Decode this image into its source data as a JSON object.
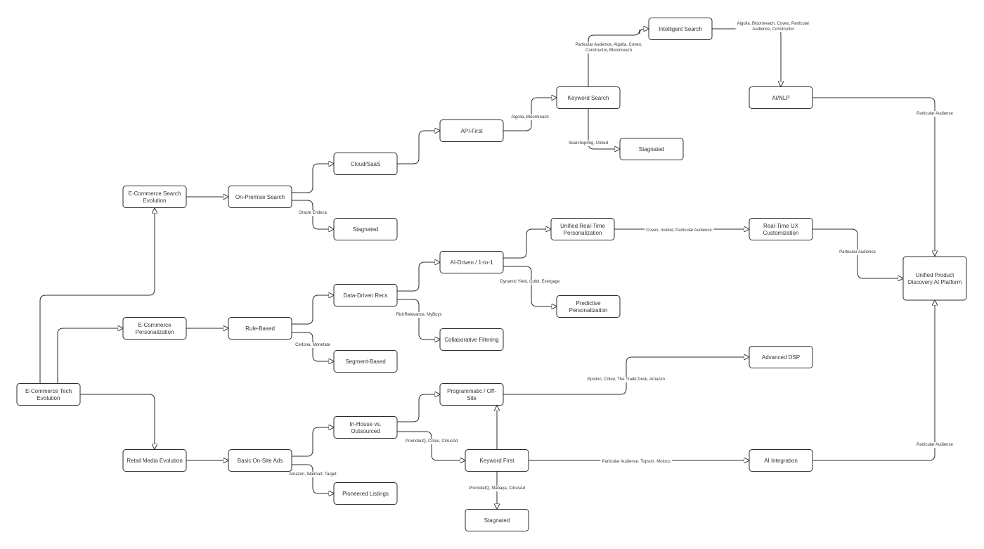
{
  "diagram": {
    "nodes": [
      {
        "id": "ecte",
        "lines": [
          "E-Commerce Tech",
          "Evolution"
        ]
      },
      {
        "id": "ecse",
        "lines": [
          "E-Commerce Search",
          "Evolution"
        ]
      },
      {
        "id": "ecp",
        "lines": [
          "E-Commerce",
          "Personalization"
        ]
      },
      {
        "id": "rme",
        "lines": [
          "Retail Media Evolution"
        ]
      },
      {
        "id": "ops",
        "lines": [
          "On-Premise Search"
        ]
      },
      {
        "id": "rb",
        "lines": [
          "Rule-Based"
        ]
      },
      {
        "id": "bosa",
        "lines": [
          "Basic On-Site Ads"
        ]
      },
      {
        "id": "cloud",
        "lines": [
          "Cloud/SaaS"
        ]
      },
      {
        "id": "stag1",
        "lines": [
          "Stagnated"
        ]
      },
      {
        "id": "ddr",
        "lines": [
          "Data-Driven Recs"
        ]
      },
      {
        "id": "seg",
        "lines": [
          "Segment-Based"
        ]
      },
      {
        "id": "ihvo",
        "lines": [
          "In-House vs.",
          "Outsourced"
        ]
      },
      {
        "id": "pion",
        "lines": [
          "Pioneered Listings"
        ]
      },
      {
        "id": "api",
        "lines": [
          "API-First"
        ]
      },
      {
        "id": "ai11",
        "lines": [
          "AI-Driven / 1-to-1"
        ]
      },
      {
        "id": "cf",
        "lines": [
          "Collaborative Filtering"
        ]
      },
      {
        "id": "prog",
        "lines": [
          "Programmatic / Off-",
          "Site"
        ]
      },
      {
        "id": "kf",
        "lines": [
          "Keyword First"
        ]
      },
      {
        "id": "stag3",
        "lines": [
          "Stagnated"
        ]
      },
      {
        "id": "ks",
        "lines": [
          "Keyword Search"
        ]
      },
      {
        "id": "urtp",
        "lines": [
          "Unified Real-Time",
          "Personalization"
        ]
      },
      {
        "id": "pp",
        "lines": [
          "Predictive",
          "Personalization"
        ]
      },
      {
        "id": "is",
        "lines": [
          "Intelligent Search"
        ]
      },
      {
        "id": "stag2",
        "lines": [
          "Stagnated"
        ]
      },
      {
        "id": "ainlp",
        "lines": [
          "AI/NLP"
        ]
      },
      {
        "id": "rtux",
        "lines": [
          "Real-Time UX",
          "Customization"
        ]
      },
      {
        "id": "adsp",
        "lines": [
          "Advanced DSP"
        ]
      },
      {
        "id": "aiint",
        "lines": [
          "AI Integration"
        ]
      },
      {
        "id": "updai",
        "lines": [
          "Unified Product",
          "Discovery AI Platform"
        ]
      }
    ],
    "edge_labels": [
      {
        "id": "lbl_oracle",
        "lines": [
          "Oracle Endeca"
        ]
      },
      {
        "id": "lbl_certona",
        "lines": [
          "Certona, Monetate"
        ]
      },
      {
        "id": "lbl_amazon",
        "lines": [
          "Amazon, Walmart, Target"
        ]
      },
      {
        "id": "lbl_richrel",
        "lines": [
          "RichRelevance, MyBuys"
        ]
      },
      {
        "id": "lbl_promote1",
        "lines": [
          "PromoteIQ, Criteo, CitrusAd"
        ]
      },
      {
        "id": "lbl_algolia_bloom",
        "lines": [
          "Algolia, Bloomreach"
        ]
      },
      {
        "id": "lbl_searchspring",
        "lines": [
          "Searchspring, Unbxd"
        ]
      },
      {
        "id": "lbl_pa_algolia",
        "lines": [
          "Particular Audience, Algolia, Coveo,",
          "Constructor, Bloomreach"
        ]
      },
      {
        "id": "lbl_algolia_list",
        "lines": [
          "Algolia, Bloomreach, Coveo, Particular",
          "Audience, Constructor"
        ]
      },
      {
        "id": "lbl_dynyield",
        "lines": [
          "Dynamic Yield, Qubit, Evergage"
        ]
      },
      {
        "id": "lbl_coveo",
        "lines": [
          "Coveo, Insider, Particular Audience"
        ]
      },
      {
        "id": "lbl_epsilon",
        "lines": [
          "Epsilon, Criteo, The Trade Desk, Amazon"
        ]
      },
      {
        "id": "lbl_pa_topsort",
        "lines": [
          "Particular Audience, Topsort, Moloco"
        ]
      },
      {
        "id": "lbl_promote2",
        "lines": [
          "PromoteIQ, Mabaya, CitrusAd"
        ]
      },
      {
        "id": "lbl_pa1",
        "lines": [
          "Particular Audience"
        ]
      },
      {
        "id": "lbl_pa2",
        "lines": [
          "Particular Audience"
        ]
      },
      {
        "id": "lbl_pa3",
        "lines": [
          "Particular Audience"
        ]
      }
    ]
  }
}
